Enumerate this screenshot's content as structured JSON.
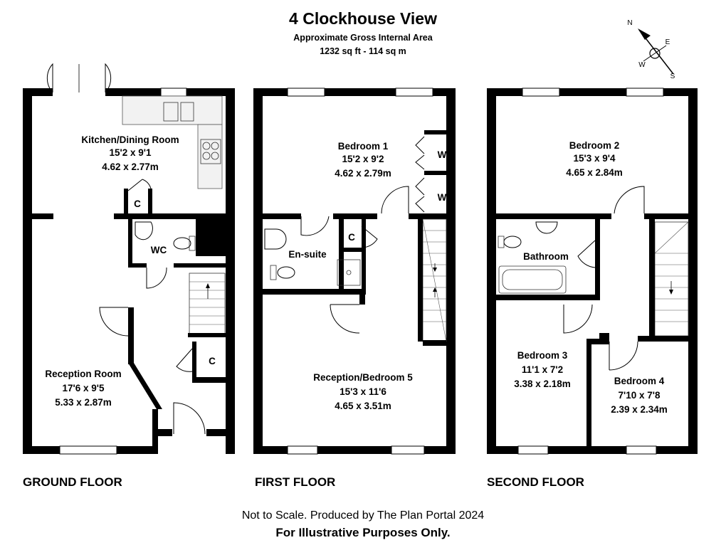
{
  "title": "4 Clockhouse View",
  "subtitle": "Approximate Gross Internal Area",
  "area": "1232 sq ft - 114 sq m",
  "compass": {
    "n": "N",
    "e": "E",
    "w": "W",
    "s": "S"
  },
  "floors": {
    "ground": {
      "label": "GROUND FLOOR",
      "kitchen": {
        "name": "Kitchen/Dining Room",
        "imperial": "15'2 x 9'1",
        "metric": "4.62 x 2.77m"
      },
      "reception": {
        "name": "Reception Room",
        "imperial": "17'6 x 9'5",
        "metric": "5.33 x 2.87m"
      },
      "wc": "WC",
      "cupboard1": "C",
      "cupboard2": "C"
    },
    "first": {
      "label": "FIRST FLOOR",
      "bedroom1": {
        "name": "Bedroom 1",
        "imperial": "15'2 x 9'2",
        "metric": "4.62 x 2.79m"
      },
      "ensuite": "En-suite",
      "reception5": {
        "name": "Reception/Bedroom 5",
        "imperial": "15'3 x 11'6",
        "metric": "4.65 x 3.51m"
      },
      "wardrobe1": "W",
      "wardrobe2": "W",
      "cupboard": "C"
    },
    "second": {
      "label": "SECOND FLOOR",
      "bedroom2": {
        "name": "Bedroom 2",
        "imperial": "15'3 x 9'4",
        "metric": "4.65 x 2.84m"
      },
      "bathroom": "Bathroom",
      "bedroom3": {
        "name": "Bedroom 3",
        "imperial": "11'1 x 7'2",
        "metric": "3.38 x 2.18m"
      },
      "bedroom4": {
        "name": "Bedroom 4",
        "imperial": "7'10 x 7'8",
        "metric": "2.39 x 2.34m"
      }
    }
  },
  "footer": {
    "note": "Not to Scale. Produced by The Plan Portal 2024",
    "disclaimer": "For Illustrative Purposes Only."
  }
}
